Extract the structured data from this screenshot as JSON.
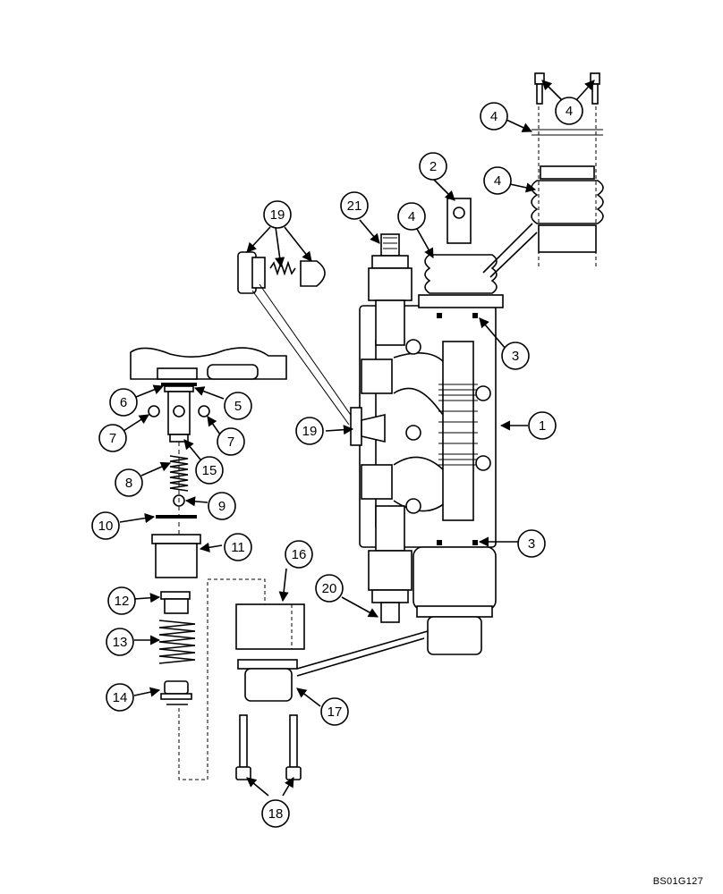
{
  "drawing_code": "BS01G127",
  "callouts": [
    {
      "id": "c1",
      "label": "1"
    },
    {
      "id": "c2",
      "label": "2"
    },
    {
      "id": "c3a",
      "label": "3"
    },
    {
      "id": "c3b",
      "label": "3"
    },
    {
      "id": "c4a",
      "label": "4"
    },
    {
      "id": "c4b",
      "label": "4"
    },
    {
      "id": "c4c",
      "label": "4"
    },
    {
      "id": "c4d",
      "label": "4"
    },
    {
      "id": "c5",
      "label": "5"
    },
    {
      "id": "c6",
      "label": "6"
    },
    {
      "id": "c7a",
      "label": "7"
    },
    {
      "id": "c7b",
      "label": "7"
    },
    {
      "id": "c8",
      "label": "8"
    },
    {
      "id": "c9",
      "label": "9"
    },
    {
      "id": "c10",
      "label": "10"
    },
    {
      "id": "c11",
      "label": "11"
    },
    {
      "id": "c12",
      "label": "12"
    },
    {
      "id": "c13",
      "label": "13"
    },
    {
      "id": "c14",
      "label": "14"
    },
    {
      "id": "c15",
      "label": "15"
    },
    {
      "id": "c16",
      "label": "16"
    },
    {
      "id": "c17",
      "label": "17"
    },
    {
      "id": "c18",
      "label": "18"
    },
    {
      "id": "c19a",
      "label": "19"
    },
    {
      "id": "c19b",
      "label": "19"
    },
    {
      "id": "c20",
      "label": "20"
    },
    {
      "id": "c21",
      "label": "21"
    }
  ]
}
